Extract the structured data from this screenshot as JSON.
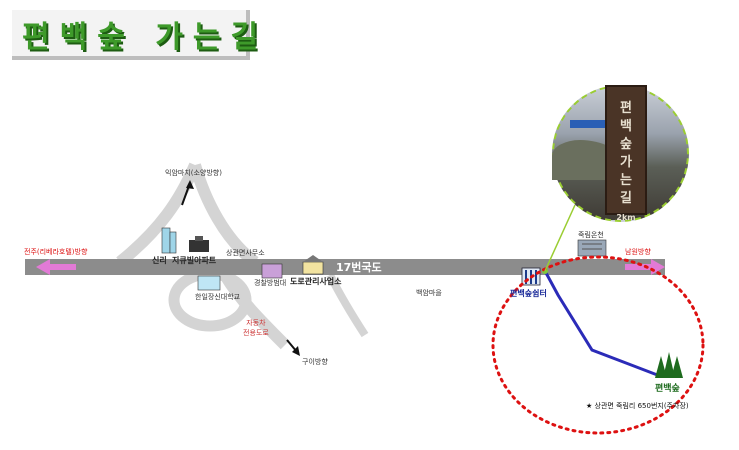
{
  "title": "편백숲 가는길",
  "road": {
    "label": "17번국도"
  },
  "directions": {
    "west": "전주(리베라호텔)방향",
    "east": "남원방향",
    "north": "익암마치(소양방향)",
    "south": "구이방향"
  },
  "places": {
    "sinri": "신리",
    "apartment": "지큐빌아파트",
    "office": "상관면사무소",
    "school": "한일장신대학교",
    "expressway": "자동차\n전용도로",
    "police": "경찰방범대",
    "road_office": "도로관리사업소",
    "village": "백암마을",
    "jukrim": "죽림온천",
    "trailhead": "편백숲쉼터",
    "forest": "편백숲",
    "address": "★ 상관면 죽림리 650번지(주차장)"
  },
  "photo": {
    "sign_text": "편백숲가는길",
    "distance": "2km"
  },
  "colors": {
    "road": "#8c8c8c",
    "arrow_pink": "#e27ad6",
    "route_blue": "#2b2bb8",
    "highlight_red": "#dd1111",
    "title_green": "#3e9a2a",
    "leader_green": "#9acd32"
  }
}
